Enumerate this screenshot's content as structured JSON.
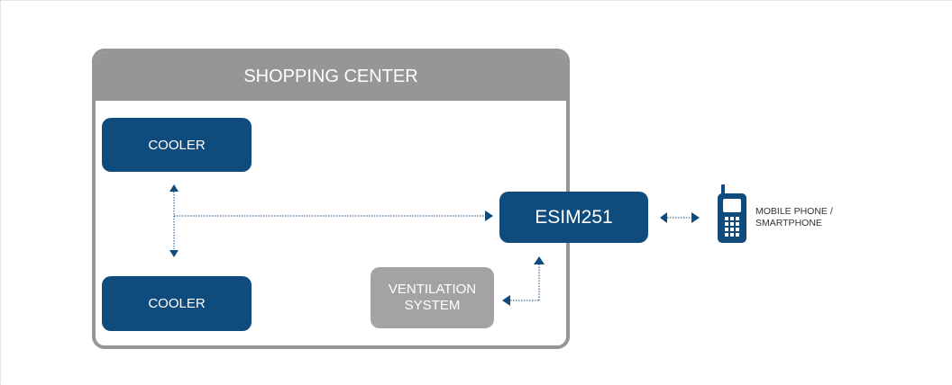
{
  "diagram": {
    "container": {
      "title": "SHOPPING CENTER"
    },
    "nodes": {
      "cooler_top": {
        "label": "COOLER"
      },
      "cooler_bottom": {
        "label": "COOLER"
      },
      "esim": {
        "label": "ESIM251"
      },
      "ventilation": {
        "label": "VENTILATION\nSYSTEM"
      },
      "mobile": {
        "label": "MOBILE PHONE /\nSMARTPHONE"
      }
    },
    "colors": {
      "primary_blue": "#0f4b7d",
      "container_grey": "#969699",
      "ventilation_grey": "#a3a3a5"
    },
    "icons": [
      "mobile-phone-icon"
    ]
  }
}
